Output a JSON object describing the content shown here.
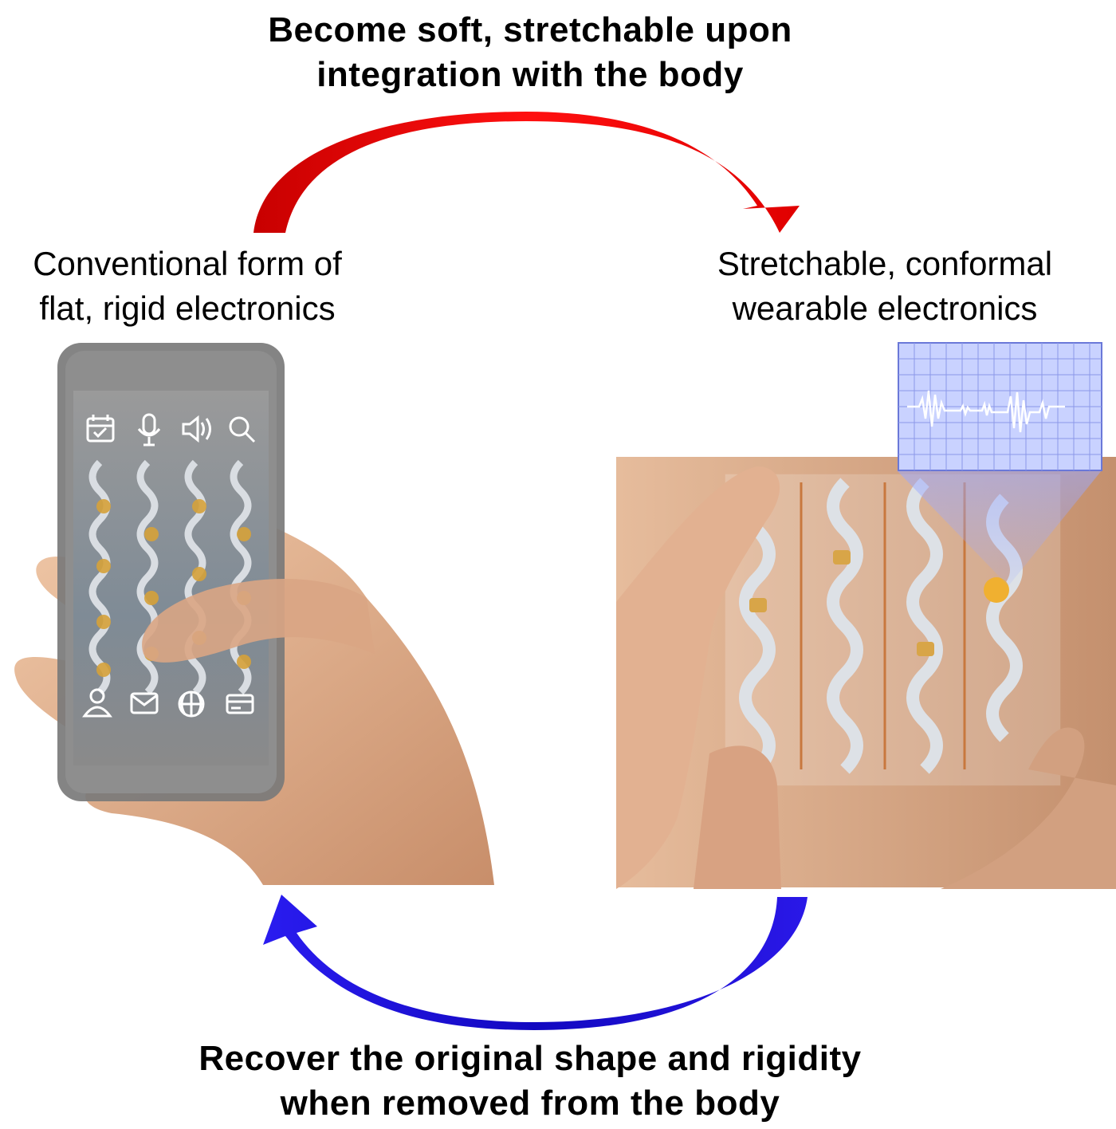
{
  "top_caption": {
    "line1": "Become soft, stretchable upon",
    "line2": "integration with the body"
  },
  "left_caption": {
    "line1": "Conventional form of",
    "line2": "flat, rigid electronics"
  },
  "right_caption": {
    "line1": "Stretchable, conformal",
    "line2": "wearable electronics"
  },
  "bottom_caption": {
    "line1": "Recover the original shape and rigidity",
    "line2": "when removed from the body"
  },
  "colors": {
    "top_arrow": "#e00000",
    "bottom_arrow": "#1a10d8",
    "skin": "#e2b596",
    "phone_body": "#8b8b8b",
    "circuit_silver": "#d9dde2",
    "circuit_gold": "#d6a23a"
  },
  "icons": {
    "phone_top_row": [
      "calendar-icon",
      "microphone-icon",
      "speaker-icon",
      "search-icon"
    ],
    "phone_bottom_row": [
      "contacts-icon",
      "mail-icon",
      "globe-icon",
      "card-icon"
    ]
  }
}
